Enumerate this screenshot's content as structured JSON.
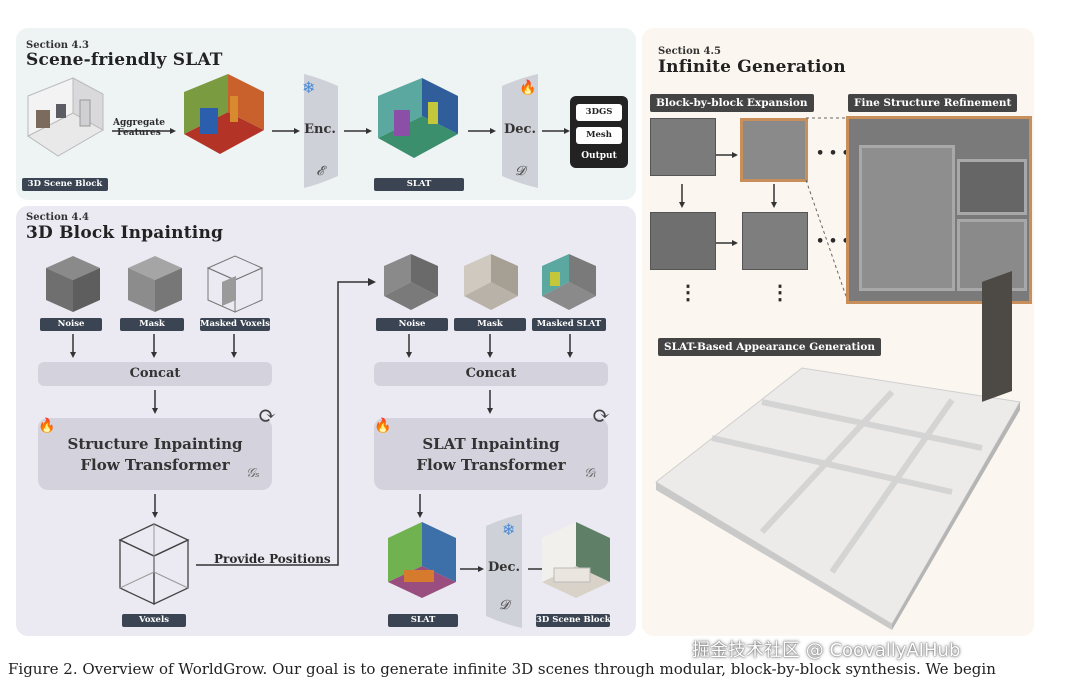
{
  "s43": {
    "small": "Section 4.3",
    "title": "Scene-friendly SLAT",
    "scene_block": "3D Scene Block",
    "aggregate1": "Aggregate",
    "aggregate2": "Features",
    "enc": "Enc.",
    "enc_sym": "𝓔",
    "slat": "SLAT",
    "dec": "Dec.",
    "dec_sym": "𝓓",
    "out_3dgs": "3DGS",
    "out_mesh": "Mesh",
    "out_output": "Output"
  },
  "s44": {
    "small": "Section 4.4",
    "title": "3D Block Inpainting",
    "noise": "Noise",
    "mask": "Mask",
    "masked_voxels": "Masked Voxels",
    "masked_slat": "Masked SLAT",
    "concat": "Concat",
    "structure1": "Structure Inpainting",
    "structure2": "Flow Transformer",
    "g_s": "𝒢ₛ",
    "slat_flow1": "SLAT Inpainting",
    "slat_flow2": "Flow Transformer",
    "g_l": "𝒢ₗ",
    "voxels": "Voxels",
    "provide": "Provide Positions",
    "slat": "SLAT",
    "dec": "Dec.",
    "dec_sym": "𝓓",
    "scene_block": "3D Scene Block"
  },
  "s45": {
    "small": "Section 4.5",
    "title": "Infinite Generation",
    "expansion": "Block-by-block Expansion",
    "refinement": "Fine Structure Refinement",
    "appearance": "SLAT-Based Appearance Generation",
    "dots_h": "• • •",
    "dots_v": "⋮"
  },
  "caption": "Figure 2.  Overview of WorldGrow.  Our goal is to generate infinite 3D scenes through modular, block-by-block synthesis.  We begin",
  "watermark": "掘金技术社区 @ CoovallyAIHub"
}
